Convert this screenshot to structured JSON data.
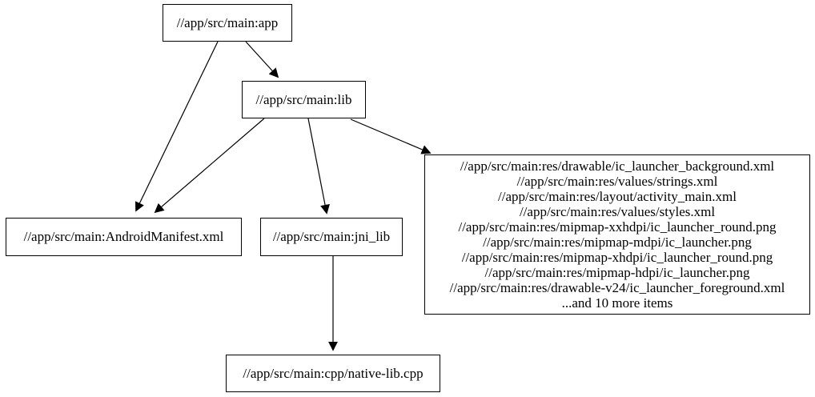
{
  "diagram": {
    "nodes": {
      "app": {
        "label": "//app/src/main:app"
      },
      "lib": {
        "label": "//app/src/main:lib"
      },
      "android_manifest": {
        "label": "//app/src/main:AndroidManifest.xml"
      },
      "jni_lib": {
        "label": "//app/src/main:jni_lib"
      },
      "native_lib": {
        "label": "//app/src/main:cpp/native-lib.cpp"
      },
      "resources": {
        "lines": [
          "//app/src/main:res/drawable/ic_launcher_background.xml",
          "//app/src/main:res/values/strings.xml",
          "//app/src/main:res/layout/activity_main.xml",
          "//app/src/main:res/values/styles.xml",
          "//app/src/main:res/mipmap-xxhdpi/ic_launcher_round.png",
          "//app/src/main:res/mipmap-mdpi/ic_launcher.png",
          "//app/src/main:res/mipmap-xhdpi/ic_launcher_round.png",
          "//app/src/main:res/mipmap-hdpi/ic_launcher.png",
          "//app/src/main:res/drawable-v24/ic_launcher_foreground.xml",
          "...and 10 more items"
        ]
      }
    },
    "edges": [
      {
        "from": "//app/src/main:app",
        "to": "//app/src/main:AndroidManifest.xml"
      },
      {
        "from": "//app/src/main:app",
        "to": "//app/src/main:lib"
      },
      {
        "from": "//app/src/main:lib",
        "to": "//app/src/main:AndroidManifest.xml"
      },
      {
        "from": "//app/src/main:lib",
        "to": "//app/src/main:jni_lib"
      },
      {
        "from": "//app/src/main:lib",
        "to": "resources-group"
      },
      {
        "from": "//app/src/main:jni_lib",
        "to": "//app/src/main:cpp/native-lib.cpp"
      }
    ],
    "colors": {
      "background": "#ffffff",
      "node_border": "#000000",
      "text": "#000000",
      "edge": "#000000"
    }
  }
}
